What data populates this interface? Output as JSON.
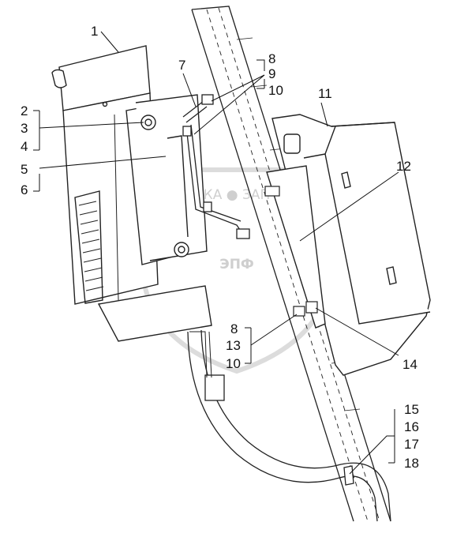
{
  "watermark": {
    "arc_text": "ТЕХНИКА ● ЗАПЧАСТИ",
    "logo_text": "ЭПФ"
  },
  "callouts": {
    "n1": "1",
    "n2": "2",
    "n3": "3",
    "n4": "4",
    "n5": "5",
    "n6": "6",
    "n7": "7",
    "n8a": "8",
    "n9": "9",
    "n10a": "10",
    "n11": "11",
    "n12": "12",
    "n8b": "8",
    "n13": "13",
    "n10b": "10",
    "n14": "14",
    "n15": "15",
    "n16": "16",
    "n17": "17",
    "n18": "18"
  }
}
